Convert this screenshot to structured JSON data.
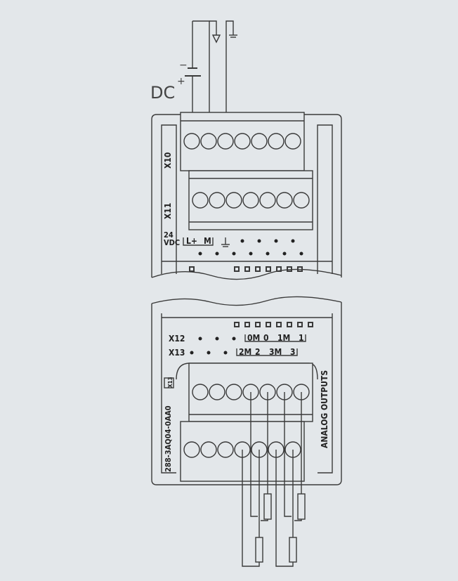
{
  "supply": {
    "dc_label": "DC",
    "plus": "+",
    "minus": "−"
  },
  "upper_labels": {
    "x10": "X10",
    "x11": "X11",
    "vdc_24": "24",
    "vdc": "VDC",
    "l_plus": "L+",
    "m": "M"
  },
  "lower_labels": {
    "x12": "X12",
    "x13": "X13",
    "x12_terms": [
      "0M",
      "0",
      "1M",
      "1"
    ],
    "x13_terms": [
      "2M",
      "2",
      "3M",
      "3"
    ],
    "part_number": "288-3AQ04-0AA0",
    "module_name": "ANALOG OUTPUTS",
    "id_tag": "X13"
  }
}
